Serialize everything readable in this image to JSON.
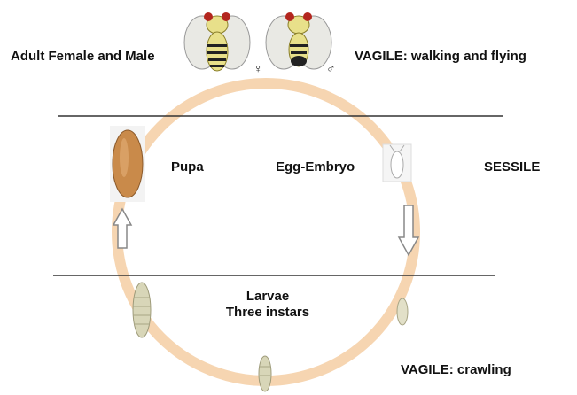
{
  "diagram": {
    "labels": {
      "adult": "Adult Female and Male",
      "vagile_top": "VAGILE:  walking and flying",
      "pupa": "Pupa",
      "egg": "Egg-Embryo",
      "sessile": "SESSILE",
      "larvae_line1": "Larvae",
      "larvae_line2": "Three instars",
      "vagile_bottom": "VAGILE:  crawling",
      "female_symbol": "♀",
      "male_symbol": "♂"
    },
    "colors": {
      "cycle_ring": "#f6d5b1",
      "divider": "#333333",
      "pupa": "#c98a4a",
      "larva": "#d8d6b8",
      "fly_body": "#e8e08a",
      "fly_eye": "#b3261e",
      "arrow_outline": "#888888"
    }
  }
}
